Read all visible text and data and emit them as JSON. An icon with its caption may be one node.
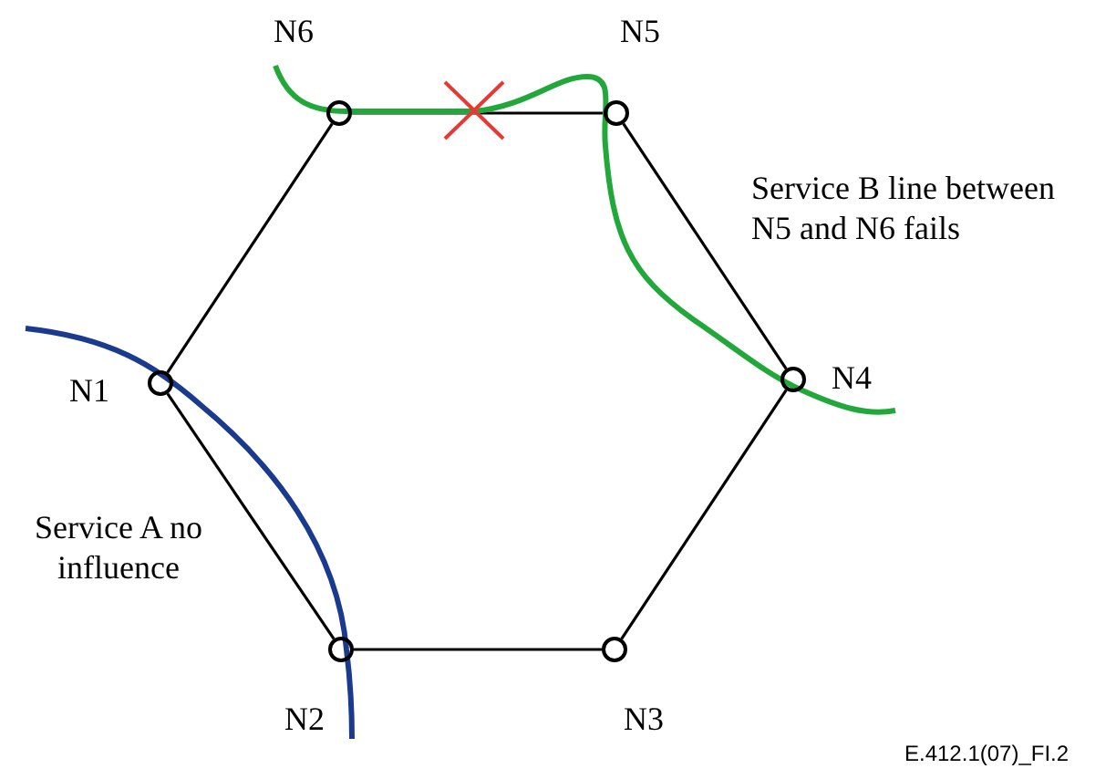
{
  "diagram": {
    "nodes": [
      {
        "text": [],
        "shape": "circle",
        "beside": [
          "N6"
        ]
      },
      {
        "text": [],
        "shape": "circle",
        "beside": [
          "N5"
        ]
      },
      {
        "text": [],
        "shape": "circle",
        "beside": [
          "N1"
        ]
      },
      {
        "text": [],
        "shape": "circle",
        "beside": [
          "N4"
        ]
      },
      {
        "text": [],
        "shape": "circle",
        "beside": [
          "N2"
        ]
      },
      {
        "text": [],
        "shape": "circle",
        "beside": [
          "N3"
        ]
      }
    ],
    "edges": [
      {
        "from": 0,
        "to": 1,
        "arrow": "none"
      },
      {
        "from": 1,
        "to": 3,
        "arrow": "none"
      },
      {
        "from": 3,
        "to": 5,
        "arrow": "none"
      },
      {
        "from": 5,
        "to": 4,
        "arrow": "none"
      },
      {
        "from": 4,
        "to": 2,
        "arrow": "none"
      },
      {
        "from": 2,
        "to": 0,
        "arrow": "none"
      }
    ],
    "labels": [
      "Service B line between N5 and N6 fails",
      "Service A no influence",
      "E.412.1(07)_FI.2"
    ]
  }
}
